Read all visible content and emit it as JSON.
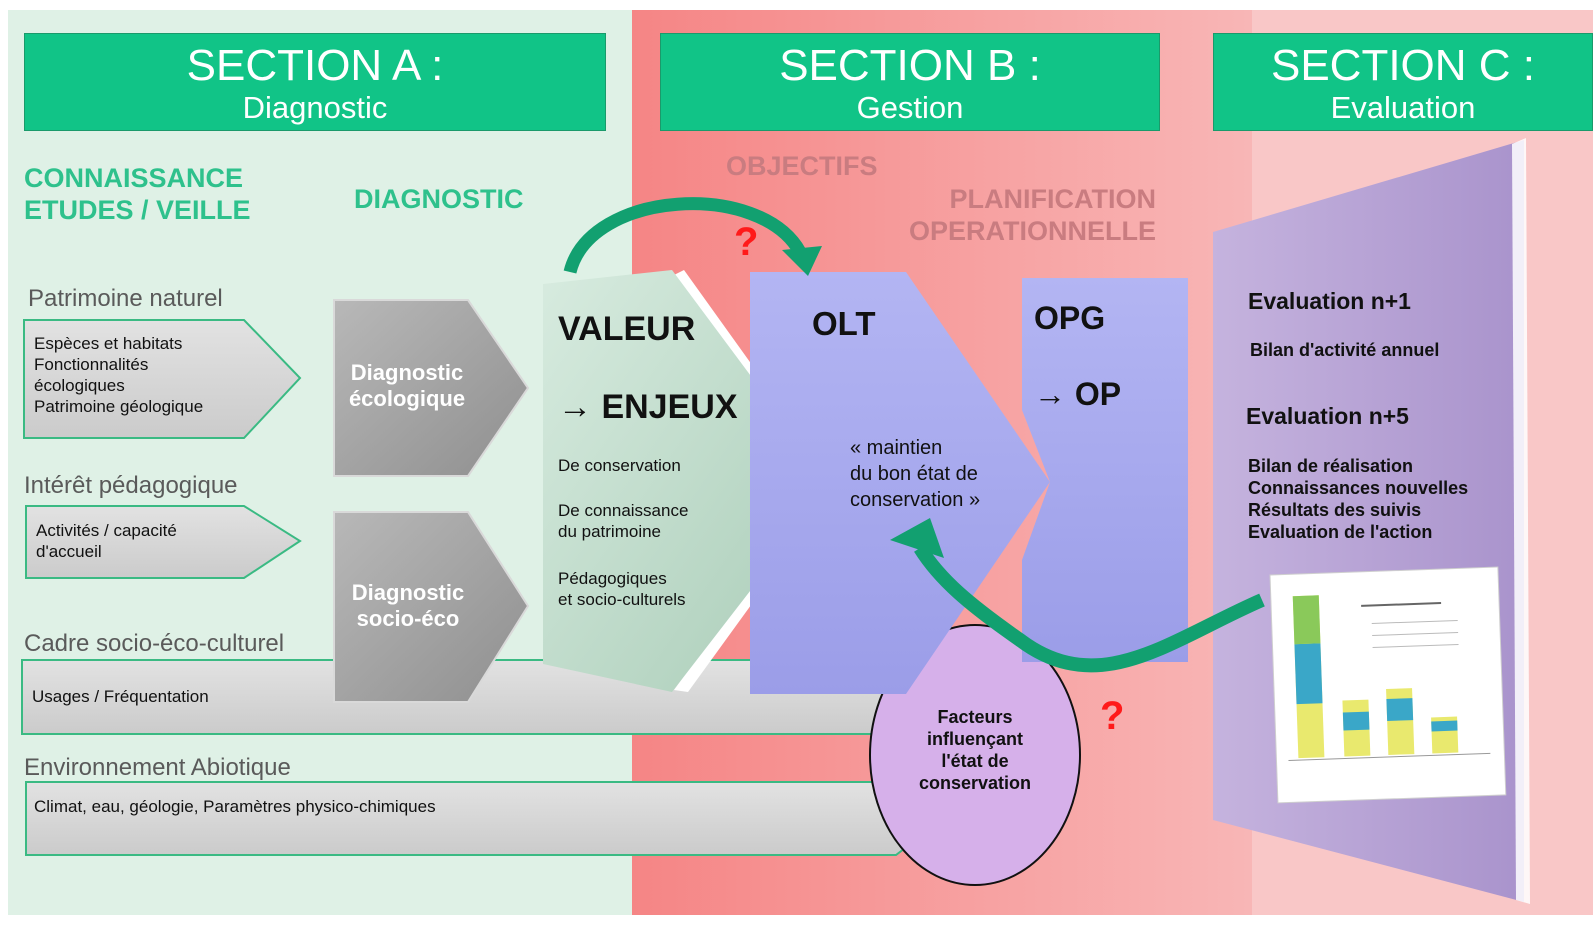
{
  "sections": {
    "a": {
      "title": "SECTION A :",
      "subtitle": "Diagnostic"
    },
    "b": {
      "title": "SECTION B :",
      "subtitle": "Gestion"
    },
    "c": {
      "title": "SECTION C :",
      "subtitle": "Evaluation"
    }
  },
  "headings": {
    "connaissance_line1": "CONNAISSANCE",
    "connaissance_line2": "ETUDES  / VEILLE",
    "diagnostic": "DIAGNOSTIC",
    "objectifs": "OBJECTIFS",
    "planif_line1": "PLANIFICATION",
    "planif_line2": "OPERATIONNELLE"
  },
  "categories": {
    "patrimoine": {
      "label": "Patrimoine naturel",
      "lines": [
        "Espèces et habitats",
        "Fonctionnalités",
        "écologiques",
        "Patrimoine géologique"
      ]
    },
    "pedagogique": {
      "label": "Intérêt pédagogique",
      "lines": [
        "Activités / capacité",
        "d'accueil"
      ]
    },
    "cadre": {
      "label": "Cadre socio-éco-culturel",
      "lines": [
        "Usages / Fréquentation"
      ]
    },
    "abiotique": {
      "label": "Environnement  Abiotique",
      "lines": [
        "Climat, eau, géologie,  Paramètres physico-chimiques"
      ]
    }
  },
  "diagnostics": {
    "eco": {
      "line1": "Diagnostic",
      "line2": "écologique"
    },
    "socio": {
      "line1": "Diagnostic",
      "line2": "socio-éco"
    }
  },
  "valeur": {
    "title": "VALEUR",
    "enjeux": "→ ENJEUX",
    "items": [
      {
        "l1": "De conservation",
        "l2": ""
      },
      {
        "l1": "De connaissance",
        "l2": "du patrimoine"
      },
      {
        "l1": "Pédagogiques",
        "l2": "et socio-culturels"
      }
    ]
  },
  "olt": {
    "title": "OLT",
    "line1": "« maintien",
    "line2": "du bon état de",
    "line3": "conservation »"
  },
  "opg": {
    "title": "OPG",
    "op": "→ OP"
  },
  "facteurs": {
    "line1": "Facteurs",
    "line2": "influençant",
    "line3": "l'état de",
    "line4": "conservation"
  },
  "question_mark": "?",
  "evaluation": {
    "n1_title": "Evaluation  n+1",
    "n1_line": "Bilan d'activité annuel",
    "n5_title": "Evaluation  n+5",
    "n5_lines": [
      "Bilan de réalisation",
      "Connaissances nouvelles",
      "Résultats des suivis",
      "Evaluation de l'action"
    ]
  },
  "colors": {
    "section_green": "#11c487",
    "heading_green": "#2ec18c",
    "heading_pink": "#c97c80",
    "arrow_green": "#12a070",
    "question_red": "#ff1a1a",
    "olt_blue": "#a4a6ee",
    "eval_purple": "#b29ed0",
    "facteurs_lilac": "#d6b0ea"
  },
  "icons": {
    "curved_arrow_top": "curved-arrow-icon",
    "curved_arrow_bottom": "curved-arrow-icon",
    "mini_chart": "bar-chart-icon"
  }
}
